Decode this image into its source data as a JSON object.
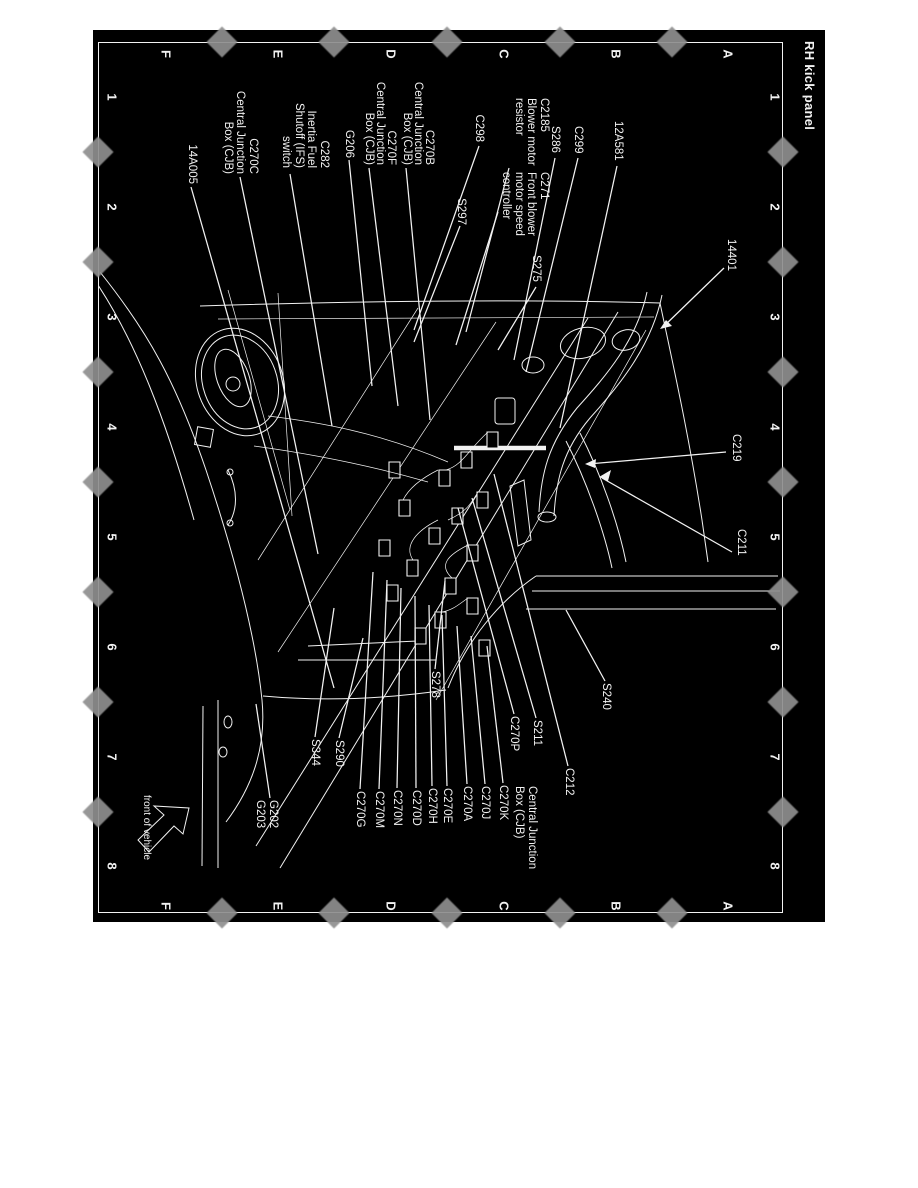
{
  "page": {
    "title": "RH kick panel",
    "front_of_vehicle_note": "front of vehicle"
  },
  "colors": {
    "page_background": "#ffffff",
    "plate_background": "#000000",
    "line_ink": "#f2f2f2",
    "ornament_gray": "#8f8f8f"
  },
  "grid": {
    "columns": [
      "1",
      "2",
      "3",
      "4",
      "5",
      "6",
      "7",
      "8"
    ],
    "rows": [
      "A",
      "B",
      "C",
      "D",
      "E",
      "F"
    ]
  },
  "labels": {
    "c298": "C298",
    "c2185": "C2185\nBlower motor\nresistor",
    "c271": "C271\nFront blower\nmotor speed\ncontroller",
    "s275": "S275",
    "s286": "S286",
    "c299": "C299",
    "w12a581": "12A581",
    "w14401": "14401",
    "c219": "C219",
    "c211": "C211",
    "s297": "S297",
    "c270b": "C270B\nCentral Junction\nBox (CJB)",
    "c270f": "C270F\nCentral Junction\nBox (CJB)",
    "g206": "G206",
    "c282": "C282\nInertia Fuel\nShutoff (IFS)\nswitch",
    "c270c": "C270C\nCentral Junction\nBox (CJB)",
    "w14a005": "14A005",
    "s240": "S240",
    "c212": "C212",
    "s211": "S211",
    "c270p": "C270P",
    "cjb_group": "Central Junction\nBox (CJB)",
    "c270k": "C270K",
    "c270j": "C270J",
    "c270a": "C270A",
    "c270e": "C270E",
    "c270h": "C270H",
    "c270d": "C270D",
    "c270n": "C270N",
    "c270m": "C270M",
    "c270g": "C270G",
    "s278": "S278",
    "s290": "S290",
    "s344": "S344",
    "g202": "G202\nG203"
  }
}
